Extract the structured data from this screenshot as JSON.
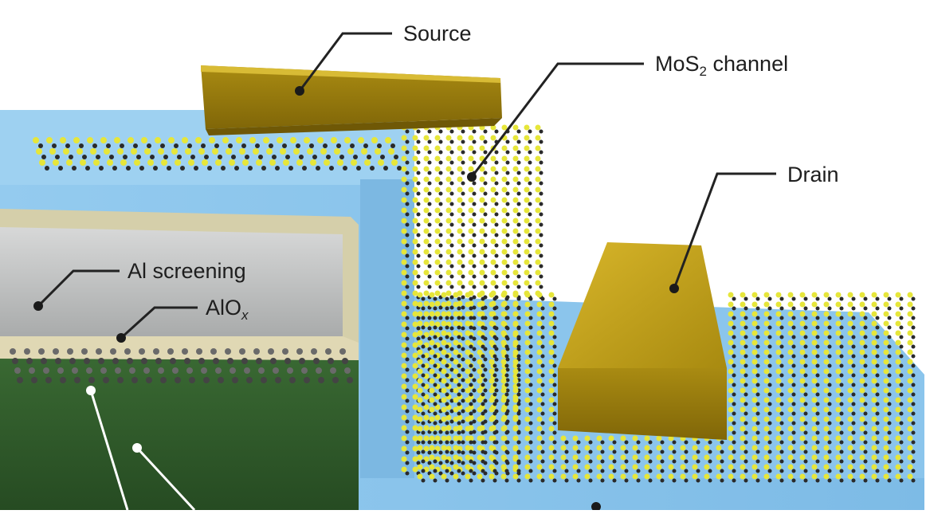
{
  "labels": {
    "source": "Source",
    "mos2_main": "MoS",
    "mos2_sub": "2",
    "mos2_rest": " channel",
    "drain": "Drain",
    "al_screening": "Al screening",
    "alox_main": "AlO",
    "alox_sub": "x"
  },
  "colors": {
    "background": "#ffffff",
    "substrate_blue": "#8fc8ec",
    "substrate_green": "#2f5a2a",
    "al_layer": "#c2c4c4",
    "alox_layer": "#d9d2ac",
    "gold": "#b99a12",
    "sulfur": "#e6e63a",
    "molybdenum": "#2a2a2a"
  }
}
